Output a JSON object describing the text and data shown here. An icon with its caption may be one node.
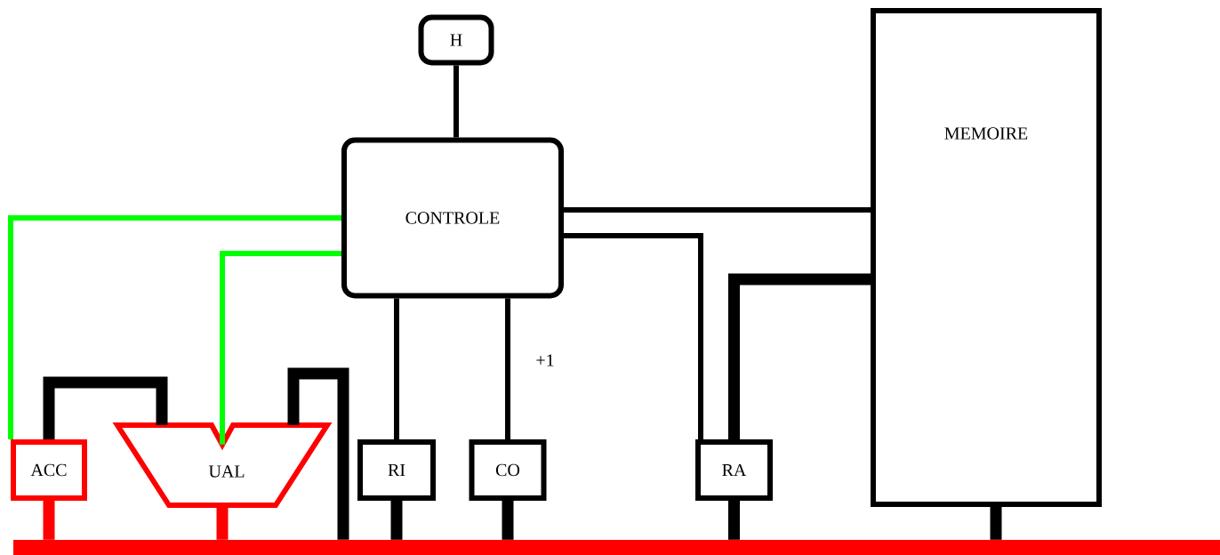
{
  "diagram": {
    "nodes": [
      {
        "text": [
          "H"
        ]
      },
      {
        "text": [
          "CONTROLE"
        ]
      },
      {
        "text": [
          "MEMOIRE"
        ]
      },
      {
        "text": [
          "ACC"
        ]
      },
      {
        "text": [
          "UAL"
        ]
      },
      {
        "text": [
          "RI"
        ]
      },
      {
        "text": [
          "CO"
        ]
      },
      {
        "text": [
          "RA"
        ]
      },
      {
        "text": [],
        "shape": "bar"
      }
    ],
    "edges": [
      {
        "from": 0,
        "to": 1,
        "arrow": "none"
      },
      {
        "from": 1,
        "to": 2,
        "arrow": "none"
      },
      {
        "from": 1,
        "to": 7,
        "arrow": "none"
      },
      {
        "from": 1,
        "to": 5,
        "arrow": "none"
      },
      {
        "from": 1,
        "to": 6,
        "arrow": "none",
        "label": "+1"
      },
      {
        "from": 1,
        "to": 3,
        "arrow": "none",
        "color": "#00ff00"
      },
      {
        "from": 1,
        "to": 4,
        "arrow": "none",
        "color": "#00ff00"
      },
      {
        "from": 2,
        "to": 7,
        "arrow": "none"
      },
      {
        "from": 3,
        "to": 4,
        "arrow": "none"
      },
      {
        "from": 4,
        "to": 8,
        "arrow": "none"
      },
      {
        "from": 3,
        "to": 8,
        "arrow": "none",
        "color": "#ff0000"
      },
      {
        "from": 4,
        "to": 8,
        "arrow": "none",
        "color": "#ff0000"
      },
      {
        "from": 5,
        "to": 8,
        "arrow": "none"
      },
      {
        "from": 6,
        "to": 8,
        "arrow": "none"
      },
      {
        "from": 7,
        "to": 8,
        "arrow": "none"
      },
      {
        "from": 2,
        "to": 8,
        "arrow": "none"
      }
    ]
  }
}
